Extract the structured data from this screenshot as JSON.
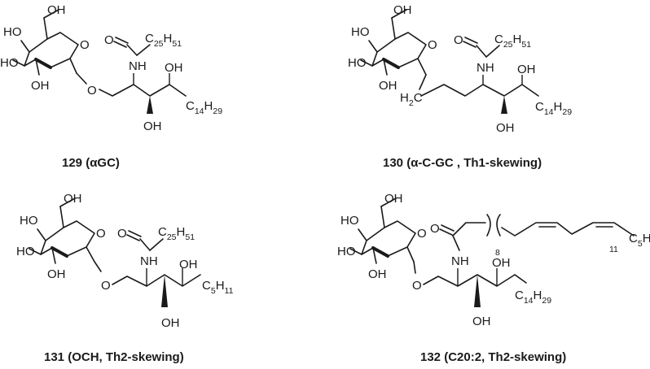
{
  "compounds": [
    {
      "caption": "129 (αGC)",
      "acyl": {
        "prefix": "C",
        "n": "25",
        "mid": "H",
        "m": "51"
      },
      "tail": {
        "prefix": "C",
        "n": "14",
        "mid": "H",
        "m": "29"
      }
    },
    {
      "caption": "130 (α-C-GC , Th1-skewing)",
      "acyl": {
        "prefix": "C",
        "n": "25",
        "mid": "H",
        "m": "51"
      },
      "tail": {
        "prefix": "C",
        "n": "14",
        "mid": "H",
        "m": "29"
      },
      "linker": {
        "prefix": "H",
        "n": "2",
        "mid": "C"
      }
    },
    {
      "caption": "131 (OCH, Th2-skewing)",
      "acyl": {
        "prefix": "C",
        "n": "25",
        "mid": "H",
        "m": "51"
      },
      "tail": {
        "prefix": "C",
        "n": "5",
        "mid": "H",
        "m": "11"
      }
    },
    {
      "caption": "132 (C20:2, Th2-skewing)",
      "tail": {
        "prefix": "C",
        "n": "14",
        "mid": "H",
        "m": "29"
      },
      "chain": {
        "repeat": "8",
        "end": "C",
        "end_sub": "5",
        "end2": "H",
        "end2_sub": "11"
      }
    }
  ],
  "labels": {
    "OH": "OH",
    "HO": "HO",
    "NH": "NH",
    "O": "O"
  }
}
